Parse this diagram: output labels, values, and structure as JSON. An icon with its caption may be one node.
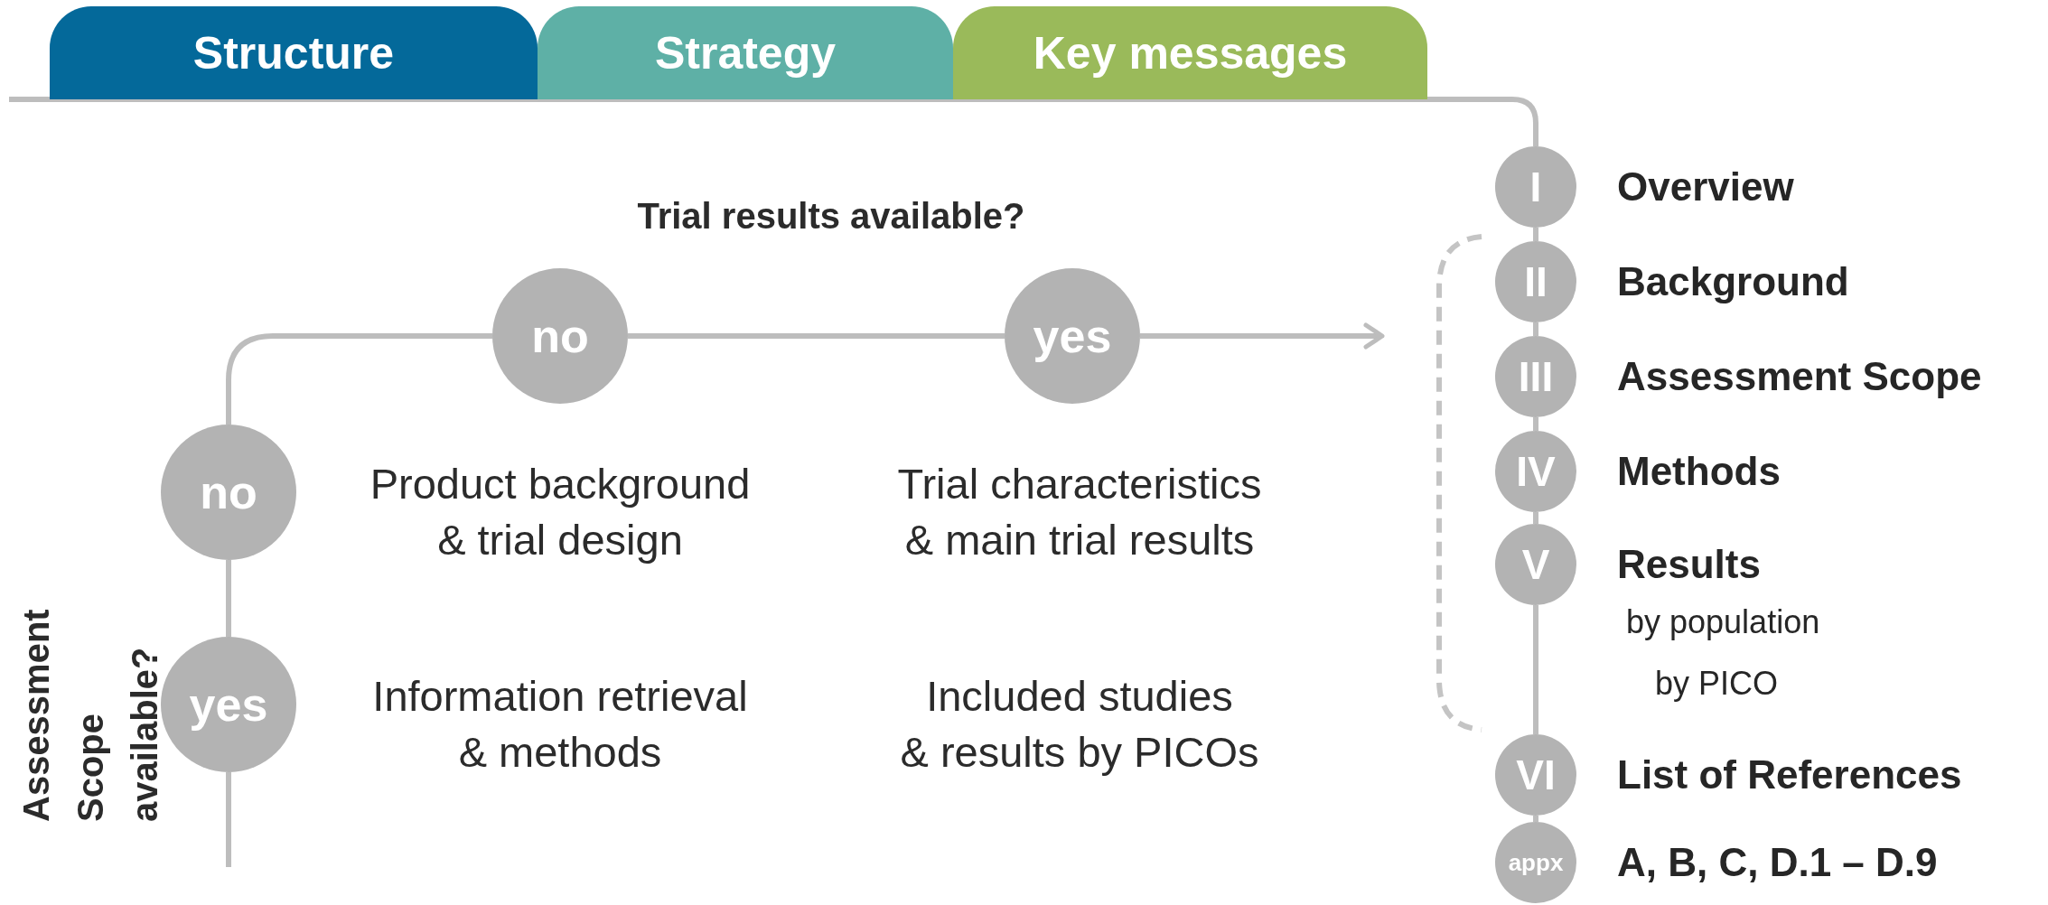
{
  "diagram": {
    "nodes": [
      {
        "text": [
          "Structure"
        ]
      },
      {
        "text": [
          "Strategy"
        ]
      },
      {
        "text": [
          "Key messages"
        ]
      },
      {
        "text": [
          "no"
        ]
      },
      {
        "text": [
          "yes"
        ]
      },
      {
        "text": [
          "no"
        ]
      },
      {
        "text": [
          "yes"
        ]
      },
      {
        "text": [
          "I"
        ],
        "beside": [
          "Overview"
        ]
      },
      {
        "text": [
          "II"
        ],
        "beside": [
          "Background"
        ]
      },
      {
        "text": [
          "III"
        ],
        "beside": [
          "Assessment Scope"
        ]
      },
      {
        "text": [
          "IV"
        ],
        "beside": [
          "Methods"
        ]
      },
      {
        "text": [
          "V"
        ],
        "beside": [
          "Results",
          "by population",
          "by PICO"
        ]
      },
      {
        "text": [
          "VI"
        ],
        "beside": [
          "List of References"
        ]
      },
      {
        "text": [
          "appx"
        ],
        "beside": [
          "A, B, C, D.1 – D.9"
        ]
      }
    ],
    "edges": [
      {
        "from": 5,
        "to": 3,
        "arrow": "none"
      },
      {
        "from": 3,
        "to": 4,
        "arrow": "none"
      },
      {
        "from": 4,
        "to": null,
        "arrow": "to"
      },
      {
        "from": 5,
        "to": 6,
        "arrow": "none"
      },
      {
        "from": 6,
        "to": null,
        "arrow": "none"
      },
      {
        "from": null,
        "to": 7,
        "arrow": "none"
      },
      {
        "from": 7,
        "to": 8,
        "arrow": "none"
      },
      {
        "from": 8,
        "to": 9,
        "arrow": "none"
      },
      {
        "from": 9,
        "to": 10,
        "arrow": "none"
      },
      {
        "from": 10,
        "to": 11,
        "arrow": "none"
      },
      {
        "from": 11,
        "to": 12,
        "arrow": "none"
      },
      {
        "from": 12,
        "to": 13,
        "arrow": "none"
      }
    ],
    "labels": [
      "Trial results available?",
      "Assessment Scope available?",
      "Product background & trial design",
      "Trial characteristics & main trial results",
      "Information retrieval & methods",
      "Included studies & results by PICOs"
    ]
  }
}
